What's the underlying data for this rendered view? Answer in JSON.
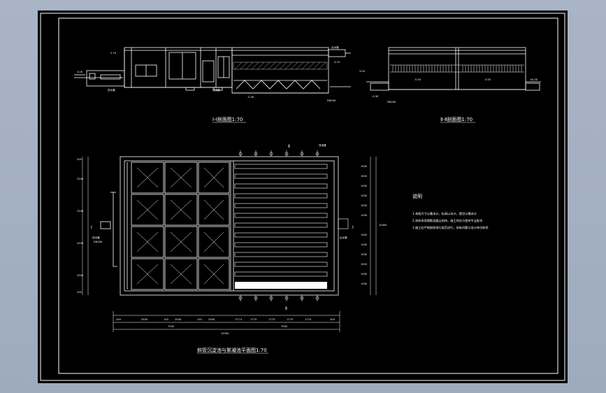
{
  "titles": {
    "section_1": "Ⅰ-Ⅰ剖面图1:70",
    "section_2": "Ⅱ-Ⅱ剖面图1:70",
    "plan": "斜管沉淀池与絮凝池平面图1:70"
  },
  "notes": {
    "heading": "说明",
    "lines": [
      "1.本图尺寸以毫米计，标高以米计，管径以毫米计",
      "2.池体采用钢筋混凝土结构，施工时应与相关专业配合",
      "3.施工应严格按照现行规范进行，如有问题与设计单位联系"
    ]
  },
  "dimensions": {
    "bottom_row": [
      "200",
      "2500",
      "150",
      "2500",
      "150",
      "2500",
      "177.5",
      "1775",
      "1775",
      "1775",
      "1774",
      "200"
    ],
    "bottom_totals": [
      "7550",
      "7500",
      "15300"
    ],
    "left_col": [
      "200",
      "2500",
      "2500",
      "2500",
      "2500",
      "200"
    ],
    "right_col": [
      "1000",
      "1000",
      "1000",
      "1000",
      "1000",
      "1000",
      "1000",
      "1000",
      "1000",
      "1000",
      "1000",
      "1000"
    ],
    "right_total": "10400"
  },
  "markers": {
    "top": "Ⅱ",
    "bottom": "Ⅱ",
    "left": "Ⅰ",
    "right": "Ⅰ"
  },
  "pipes": {
    "inlet": "进水管",
    "outlet": "出水管",
    "sludge": "排泥管",
    "size_label": "DN200"
  },
  "levels": [
    "2.70",
    "3.00",
    "0.50",
    "-0.30",
    "±0.00",
    "4.10",
    "4.60"
  ]
}
